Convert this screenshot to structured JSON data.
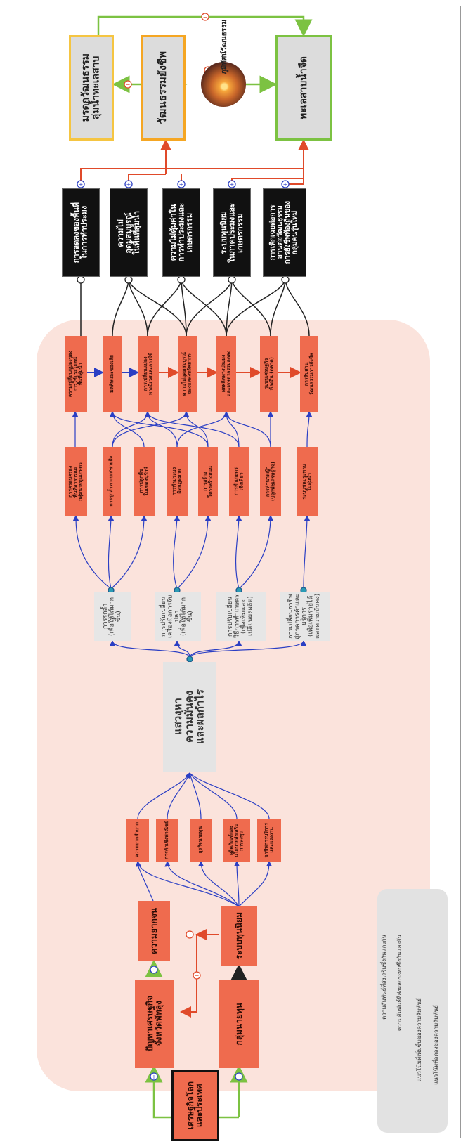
{
  "top_nodes": {
    "heritage": "มรดกวัฒนธรรม\nลุ่มน้ำทะเลสาบ",
    "living_culture": "วัฒนธรรมยังชีพ",
    "lagoon": "ทะเลสาบน้ำจืด",
    "photo_title": "ภูมิทัศน์วัฒนธรรม"
  },
  "impacts": [
    "การลดลงของพื้นที่\nในการทำประมง",
    "ความไม่\nอุดมสมบูรณ์\nในพื้นที่ลุ่มน้ำ",
    "ความไม่คุ้มค่าใน\nการทำประมงและ\nเกษตรกรรม",
    "ระบบทุนนิยม\nในภาคประมงและ\nเกษตรกรรม",
    "การเพิกเฉยต่อการ\nสานต่อวัฒนธรรม\nการยังชีพท้องถิ่นของ\nกลุ่มคนรุ่นใหม่"
  ],
  "chain": [
    "ความเปลี่ยนแปลงของ\nการใช้ประโยชน์\nพื้นที่ลุ่มน้ำ",
    "มลพิษและของเสีย",
    "การเปลี่ยนแปลง\nทางนิเวศและการใช้",
    "ความไม่อุดมสมบูรณ์\nของแหล่งทรัพยากร",
    "ผลผลิตทางประมง\nและเกษตรกรรมลดลง",
    "ระบบเศรษฐกิจ\nท้องถิ่น (ตลาด)",
    "การสืบสาน\nวัฒนธรรมการยังชีพ"
  ],
  "activities": [
    "การครอบครอง\nพื้นที่สาธารณะ\nกลุ่มนายทุนเกษตร",
    "การรุกล้ำทางบก/ชายฝั่ง",
    "การปลูกพืช\nในเขตอนุรักษ์",
    "การทำประมง\nผิดกฎหมาย",
    "การสร้าง\nโครงสร้างถนน",
    "การทำเกษตร\nเชิงเดี่ยว",
    "การทำนาหญ้า\n(ปลูกพืชเศรษฐกิจ)",
    "ระบบชลประทาน\nในลุ่มน้ำ"
  ],
  "strategies": [
    "การรุกล้ำ\n(เพื่อให้ได้มากขึ้น)",
    "การปรับเปลี่ยน\nเครื่องมือการจับปลา\n(เพื่อให้ได้มากขึ้น)",
    "การปรับเปลี่ยน\nวิธีการทำเกษตร\n(เพื่อเพิ่มและ\nเปลี่ยนผลผลิต)",
    "การเปลี่ยนอาชีพ\nสู่ภาคการค้าและบริการ\n(เพื่อเพิ่มรายได้\nและความมั่นคง)"
  ],
  "center": "แสวงหา\nความมั่นคง\nและผลกำไร",
  "drivers": [
    "ความยากลำบาก",
    "การค้าเชิงพาณิชย์",
    "ธุรกิจนายทุน",
    "ผลิตภัณฑ์และ\nนโยบายส่งเสริม\nการลงทุน",
    "อาชีพการบริการ\nและแรงงาน"
  ],
  "poverty": "ความยากจน",
  "capitalism": "ระบบทุนนิยม",
  "crisis": "ปัญหาเศรษฐกิจ\nจังหวัดพัทลุง",
  "investors": "กลุ่มนายทุน",
  "global": "เศรษฐกิจโลก\nและประเทศ",
  "legend": {
    "items": [
      "ความสัมพันธ์ที่ส่งเสริมซึ่งกันและกัน",
      "ความสัมพันธ์ที่ส่งผลกระทบซึ่งกันและกัน",
      "แนวโน้มที่เพิ่มขึ้นของความสัมพันธ์",
      "แนวโน้มที่ลดลงของความสัมพันธ์"
    ]
  },
  "colors": {
    "panel": "#fbe3dc",
    "node_red": "#ef6b4e",
    "node_black": "#111111",
    "green": "#7cc242",
    "orange": "#f5a623",
    "link_blue": "#2b3fc4",
    "link_black": "#222222",
    "link_red": "#e04a2a"
  }
}
